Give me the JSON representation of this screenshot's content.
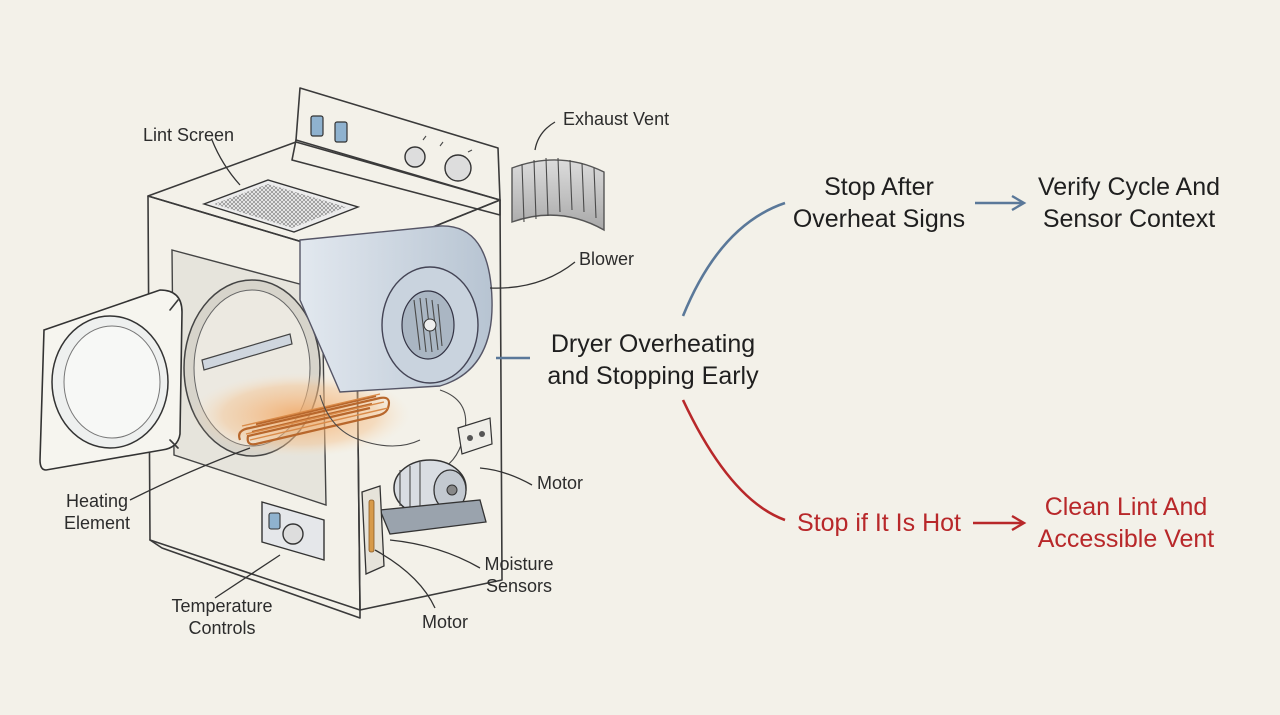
{
  "parts": {
    "lint_screen": "Lint Screen",
    "exhaust_vent": "Exhaust Vent",
    "blower": "Blower",
    "motor_right": "Motor",
    "motor_bottom": "Motor",
    "heating_element": [
      "Heating",
      "Element"
    ],
    "moisture_sensors": [
      "Moisture",
      "Sensors"
    ],
    "temperature_controls": [
      "Temperature",
      "Controls"
    ]
  },
  "flow": {
    "center": [
      "Dryer Overheating",
      "and Stopping Early"
    ],
    "upper_step": [
      "Stop After",
      "Overheat Signs"
    ],
    "upper_result": [
      "Verify Cycle And",
      "Sensor Context"
    ],
    "lower_step": "Stop if It Is Hot",
    "lower_result": [
      "Clean Lint And",
      "Accessible Vent"
    ]
  },
  "colors": {
    "upper_branch": "#5a7899",
    "lower_branch": "#b8282a",
    "text_dark": "#1f1f1f",
    "heater_glow": "#f2a560"
  }
}
